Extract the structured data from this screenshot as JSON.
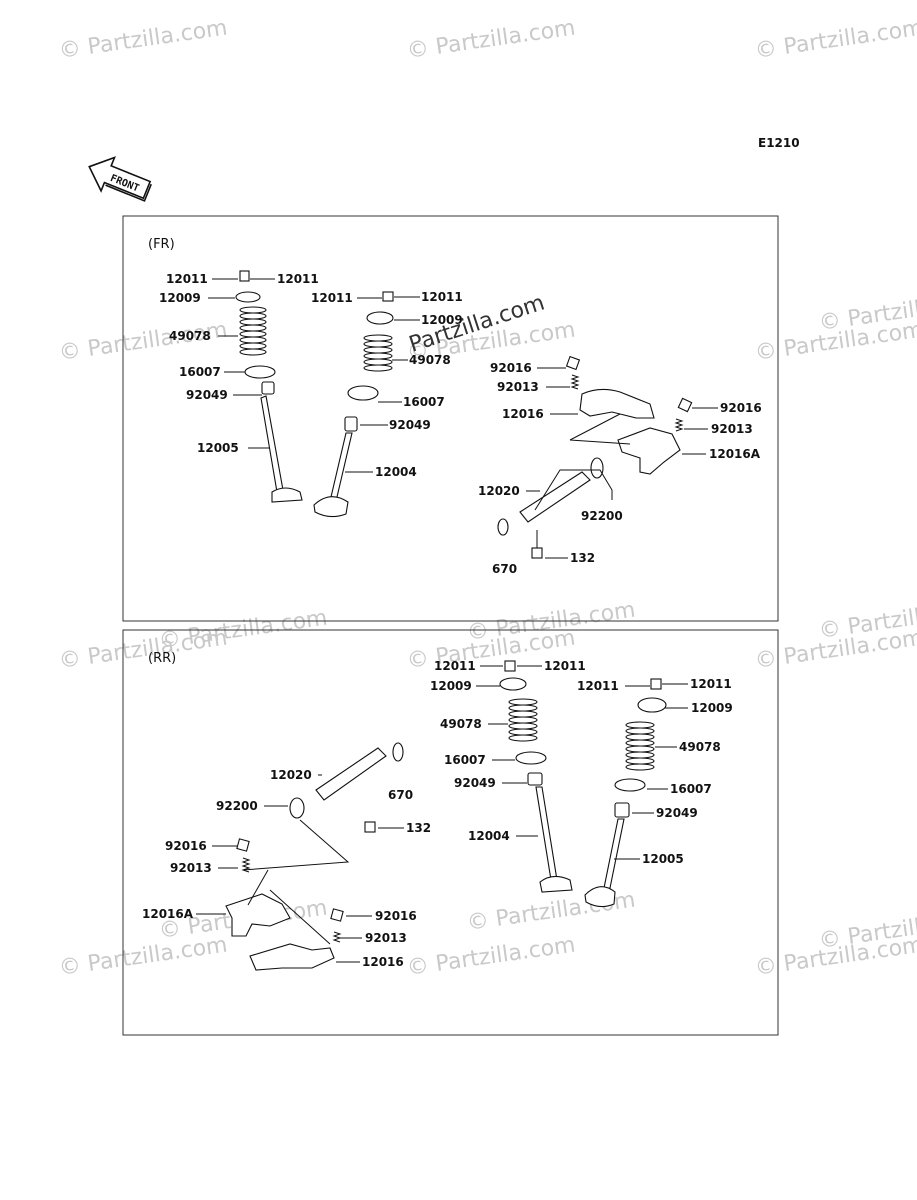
{
  "diagram": {
    "code": "E1210",
    "front_label": "FRONT",
    "watermark": "© Partzilla.com",
    "center_watermark": "Partzilla.com",
    "sections": [
      {
        "id": "fr",
        "title": "(FR)",
        "callouts": [
          "12011",
          "12011",
          "12009",
          "49078",
          "16007",
          "92049",
          "12005",
          "12011",
          "12011",
          "12009",
          "49078",
          "16007",
          "92049",
          "12004",
          "92016",
          "92013",
          "12016",
          "92016",
          "92013",
          "12016A",
          "12020",
          "92200",
          "670",
          "132"
        ]
      },
      {
        "id": "rr",
        "title": "(RR)",
        "callouts": [
          "12011",
          "12011",
          "12009",
          "49078",
          "16007",
          "92049",
          "12004",
          "12011",
          "12011",
          "12009",
          "49078",
          "16007",
          "92049",
          "12005",
          "12020",
          "670",
          "92200",
          "132",
          "92016",
          "92013",
          "12016A",
          "92016",
          "92013",
          "12016"
        ]
      }
    ]
  }
}
